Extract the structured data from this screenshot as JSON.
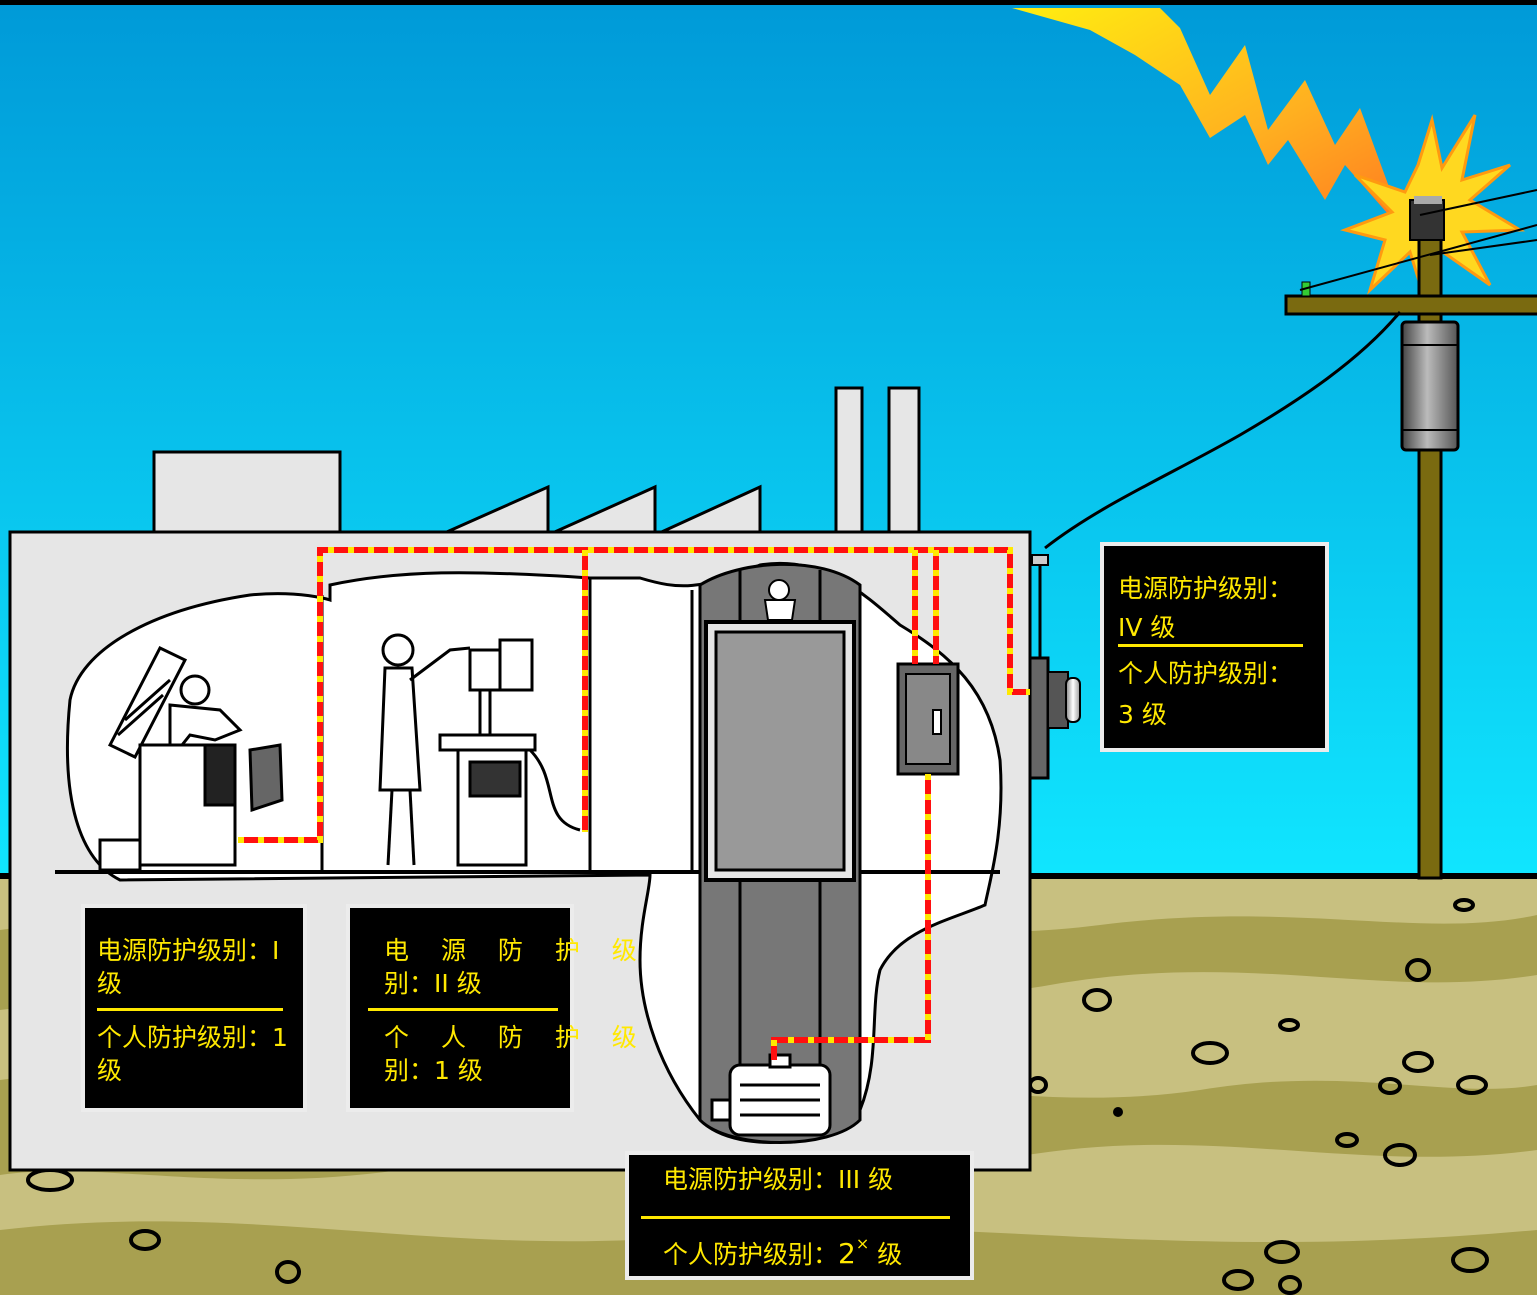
{
  "labels": {
    "level1": {
      "power_line1": "电源防护级别：I",
      "power_line2": "级",
      "personal_line1": "个人防护级别：1",
      "personal_line2": "级"
    },
    "level2": {
      "power_line1": "电 源 防 护 级",
      "power_line2": "别：II 级",
      "personal_line1": "个 人 防 护 级",
      "personal_line2": "别：1 级"
    },
    "level3": {
      "power": "电源防护级别：III 级",
      "personal_prefix": "个人防护级别：",
      "personal_value": "2",
      "personal_sup": "×",
      "personal_suffix": " 级"
    },
    "level4": {
      "power_line1": "电源防护级别：",
      "power_line2": "IV 级",
      "personal_line1": "个人防护级别：",
      "personal_line2": "3 级"
    }
  },
  "colors": {
    "sky_top": "#0099d8",
    "sky_bottom": "#10e6ff",
    "ground": "#c8c080",
    "ground_stripe": "#a8a050",
    "building": "#e6e6e6",
    "wire": "#ff1010",
    "wire_dash": "#ffe800",
    "label_text": "#ffe800",
    "pole": "#7a6a10",
    "lightning": "#ffe800"
  },
  "icons": [
    "lightning-bolt-icon",
    "spark-burst-icon",
    "utility-pole-icon",
    "transformer-icon",
    "electric-meter-icon",
    "distribution-panel-icon",
    "motor-icon",
    "worker-computer-icon",
    "worker-machine-icon"
  ]
}
